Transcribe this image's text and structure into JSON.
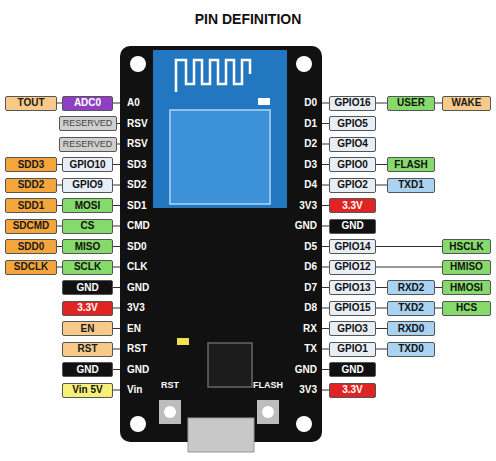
{
  "diagram": {
    "title": "PIN DEFINITION",
    "nodes": [
      {
        "text": [
          "TOUT"
        ]
      },
      {
        "text": [
          "ADC0"
        ]
      },
      {
        "text": [
          "RESERVED"
        ]
      },
      {
        "text": [
          "RESERVED"
        ]
      },
      {
        "text": [
          "SDD3"
        ]
      },
      {
        "text": [
          "GPIO10"
        ]
      },
      {
        "text": [
          "SDD2"
        ]
      },
      {
        "text": [
          "GPIO9"
        ]
      },
      {
        "text": [
          "SDD1"
        ]
      },
      {
        "text": [
          "MOSI"
        ]
      },
      {
        "text": [
          "SDCMD"
        ]
      },
      {
        "text": [
          "CS"
        ]
      },
      {
        "text": [
          "SDD0"
        ]
      },
      {
        "text": [
          "MISO"
        ]
      },
      {
        "text": [
          "SDCLK"
        ]
      },
      {
        "text": [
          "SCLK"
        ]
      },
      {
        "text": [
          "GND"
        ]
      },
      {
        "text": [
          "3.3V"
        ]
      },
      {
        "text": [
          "EN"
        ]
      },
      {
        "text": [
          "RST"
        ]
      },
      {
        "text": [
          "GND"
        ]
      },
      {
        "text": [
          "Vin 5V"
        ]
      },
      {
        "text": [
          "GPIO16"
        ]
      },
      {
        "text": [
          "USER"
        ]
      },
      {
        "text": [
          "WAKE"
        ]
      },
      {
        "text": [
          "GPIO5"
        ]
      },
      {
        "text": [
          "GPIO4"
        ]
      },
      {
        "text": [
          "GPIO0"
        ]
      },
      {
        "text": [
          "FLASH"
        ]
      },
      {
        "text": [
          "GPIO2"
        ]
      },
      {
        "text": [
          "TXD1"
        ]
      },
      {
        "text": [
          "3.3V"
        ]
      },
      {
        "text": [
          "GND"
        ]
      },
      {
        "text": [
          "GPIO14"
        ]
      },
      {
        "text": [
          "HSCLK"
        ]
      },
      {
        "text": [
          "GPIO12"
        ]
      },
      {
        "text": [
          "HMISO"
        ]
      },
      {
        "text": [
          "GPIO13"
        ]
      },
      {
        "text": [
          "RXD2"
        ]
      },
      {
        "text": [
          "HMOSI"
        ]
      },
      {
        "text": [
          "GPIO15"
        ]
      },
      {
        "text": [
          "TXD2"
        ]
      },
      {
        "text": [
          "HCS"
        ]
      },
      {
        "text": [
          "GPIO3"
        ]
      },
      {
        "text": [
          "RXD0"
        ]
      },
      {
        "text": [
          "GPIO1"
        ]
      },
      {
        "text": [
          "TXD0"
        ]
      },
      {
        "text": [
          "GND"
        ]
      },
      {
        "text": [
          "3.3V"
        ]
      }
    ],
    "edges": [
      {
        "from": 0,
        "to": 1,
        "arrow": "none"
      },
      {
        "from": 4,
        "to": 5,
        "arrow": "none"
      },
      {
        "from": 6,
        "to": 7,
        "arrow": "none"
      },
      {
        "from": 8,
        "to": 9,
        "arrow": "none"
      },
      {
        "from": 10,
        "to": 11,
        "arrow": "none"
      },
      {
        "from": 12,
        "to": 13,
        "arrow": "none"
      },
      {
        "from": 14,
        "to": 15,
        "arrow": "none"
      },
      {
        "from": 22,
        "to": 23,
        "arrow": "none"
      },
      {
        "from": 23,
        "to": 24,
        "arrow": "none"
      },
      {
        "from": 27,
        "to": 28,
        "arrow": "none"
      },
      {
        "from": 29,
        "to": 30,
        "arrow": "none"
      },
      {
        "from": 33,
        "to": 34,
        "arrow": "none"
      },
      {
        "from": 35,
        "to": 36,
        "arrow": "none"
      },
      {
        "from": 37,
        "to": 38,
        "arrow": "none"
      },
      {
        "from": 38,
        "to": 39,
        "arrow": "none"
      },
      {
        "from": 40,
        "to": 41,
        "arrow": "none"
      },
      {
        "from": 41,
        "to": 42,
        "arrow": "none"
      },
      {
        "from": 43,
        "to": 44,
        "arrow": "none"
      },
      {
        "from": 45,
        "to": 46,
        "arrow": "none"
      }
    ],
    "labels": [
      "A0",
      "RSV",
      "RSV",
      "SD3",
      "SD2",
      "SD1",
      "CMD",
      "SD0",
      "CLK",
      "GND",
      "3V3",
      "EN",
      "RST",
      "GND",
      "Vin",
      "D0",
      "D1",
      "D2",
      "D3",
      "D4",
      "3V3",
      "GND",
      "D5",
      "D6",
      "D7",
      "D8",
      "RX",
      "TX",
      "GND",
      "3V3",
      "RST",
      "FLASH"
    ]
  }
}
